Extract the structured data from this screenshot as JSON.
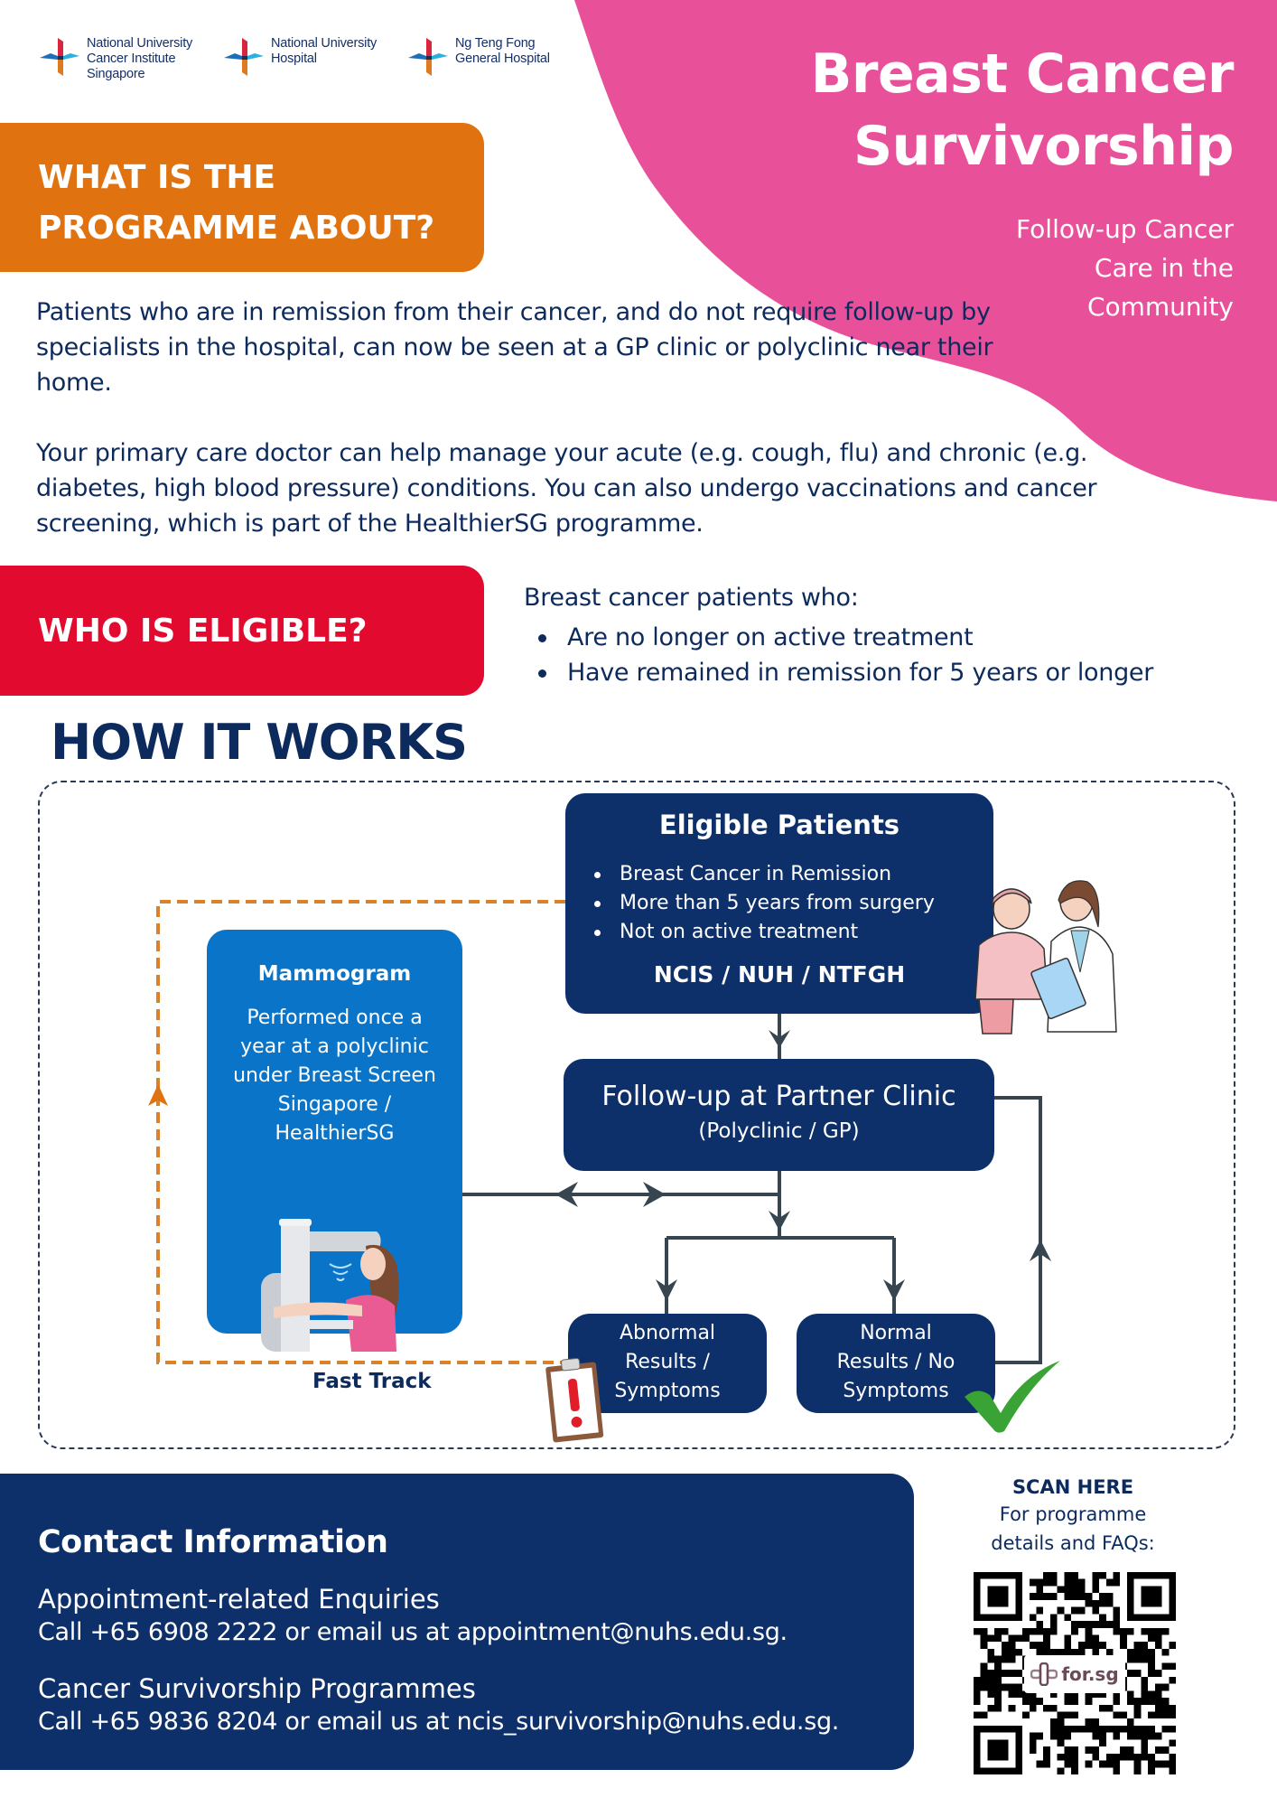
{
  "colors": {
    "pink": "#e8519a",
    "orange": "#e07310",
    "red": "#e20a2e",
    "navy": "#0d2f6a",
    "blue": "#0a74c9",
    "dashed_orange": "#d9822b",
    "connector": "#36454f",
    "check_green": "#3aa335"
  },
  "logos": [
    {
      "name": "National University Cancer Institute Singapore",
      "lines": [
        "National University",
        "Cancer Institute",
        "Singapore"
      ]
    },
    {
      "name": "National University Hospital",
      "lines": [
        "National University",
        "Hospital"
      ]
    },
    {
      "name": "Ng Teng Fong General Hospital",
      "lines": [
        "Ng Teng Fong",
        "General Hospital"
      ]
    }
  ],
  "header": {
    "title_lines": [
      "Breast Cancer",
      "Survivorship"
    ],
    "subtitle_lines": [
      "Follow-up Cancer",
      "Care in the",
      "Community"
    ]
  },
  "what_section": {
    "heading_lines": [
      "WHAT IS THE",
      "PROGRAMME ABOUT?"
    ],
    "paragraph_1": "Patients who are in remission from their cancer, and do not require follow-up by specialists in the hospital, can now be seen at a GP clinic or polyclinic near their home.",
    "paragraph_2": "Your primary care doctor can help manage your acute (e.g. cough, flu) and chronic (e.g. diabetes, high blood pressure) conditions. You can also undergo vaccinations and cancer screening, which is part of the HealthierSG programme."
  },
  "who_section": {
    "heading": "WHO IS ELIGIBLE?",
    "intro": "Breast cancer patients who:",
    "criteria": [
      "Are no longer on active treatment",
      "Have remained in remission for 5 years or longer"
    ]
  },
  "how_section": {
    "heading": "HOW IT WORKS",
    "eligible_patients": {
      "title": "Eligible Patients",
      "items": [
        "Breast Cancer in Remission",
        "More than 5 years from surgery",
        "Not on active treatment"
      ],
      "orgs": "NCIS / NUH / NTFGH"
    },
    "follow_up": {
      "title": "Follow-up at Partner Clinic",
      "subtitle": "(Polyclinic / GP)"
    },
    "mammogram": {
      "title": "Mammogram",
      "description_lines": [
        "Performed once a",
        "year at a polyclinic",
        "under Breast Screen",
        "Singapore /",
        "HealthierSG"
      ]
    },
    "abnormal": {
      "lines": [
        "Abnormal",
        "Results /",
        "Symptoms"
      ]
    },
    "normal": {
      "lines": [
        "Normal",
        "Results / No",
        "Symptoms"
      ]
    },
    "fast_track_label": "Fast Track"
  },
  "contact": {
    "title": "Contact Information",
    "groups": [
      {
        "heading": "Appointment-related Enquiries",
        "line": "Call +65 6908 2222 or email us at appointment@nuhs.edu.sg."
      },
      {
        "heading": "Cancer Survivorship Programmes",
        "line": "Call +65 9836 8204 or email us at ncis_survivorship@nuhs.edu.sg."
      }
    ]
  },
  "scan": {
    "title": "SCAN HERE",
    "description_lines": [
      "For programme",
      "details and FAQs:"
    ],
    "qr_label": "for.sg"
  }
}
